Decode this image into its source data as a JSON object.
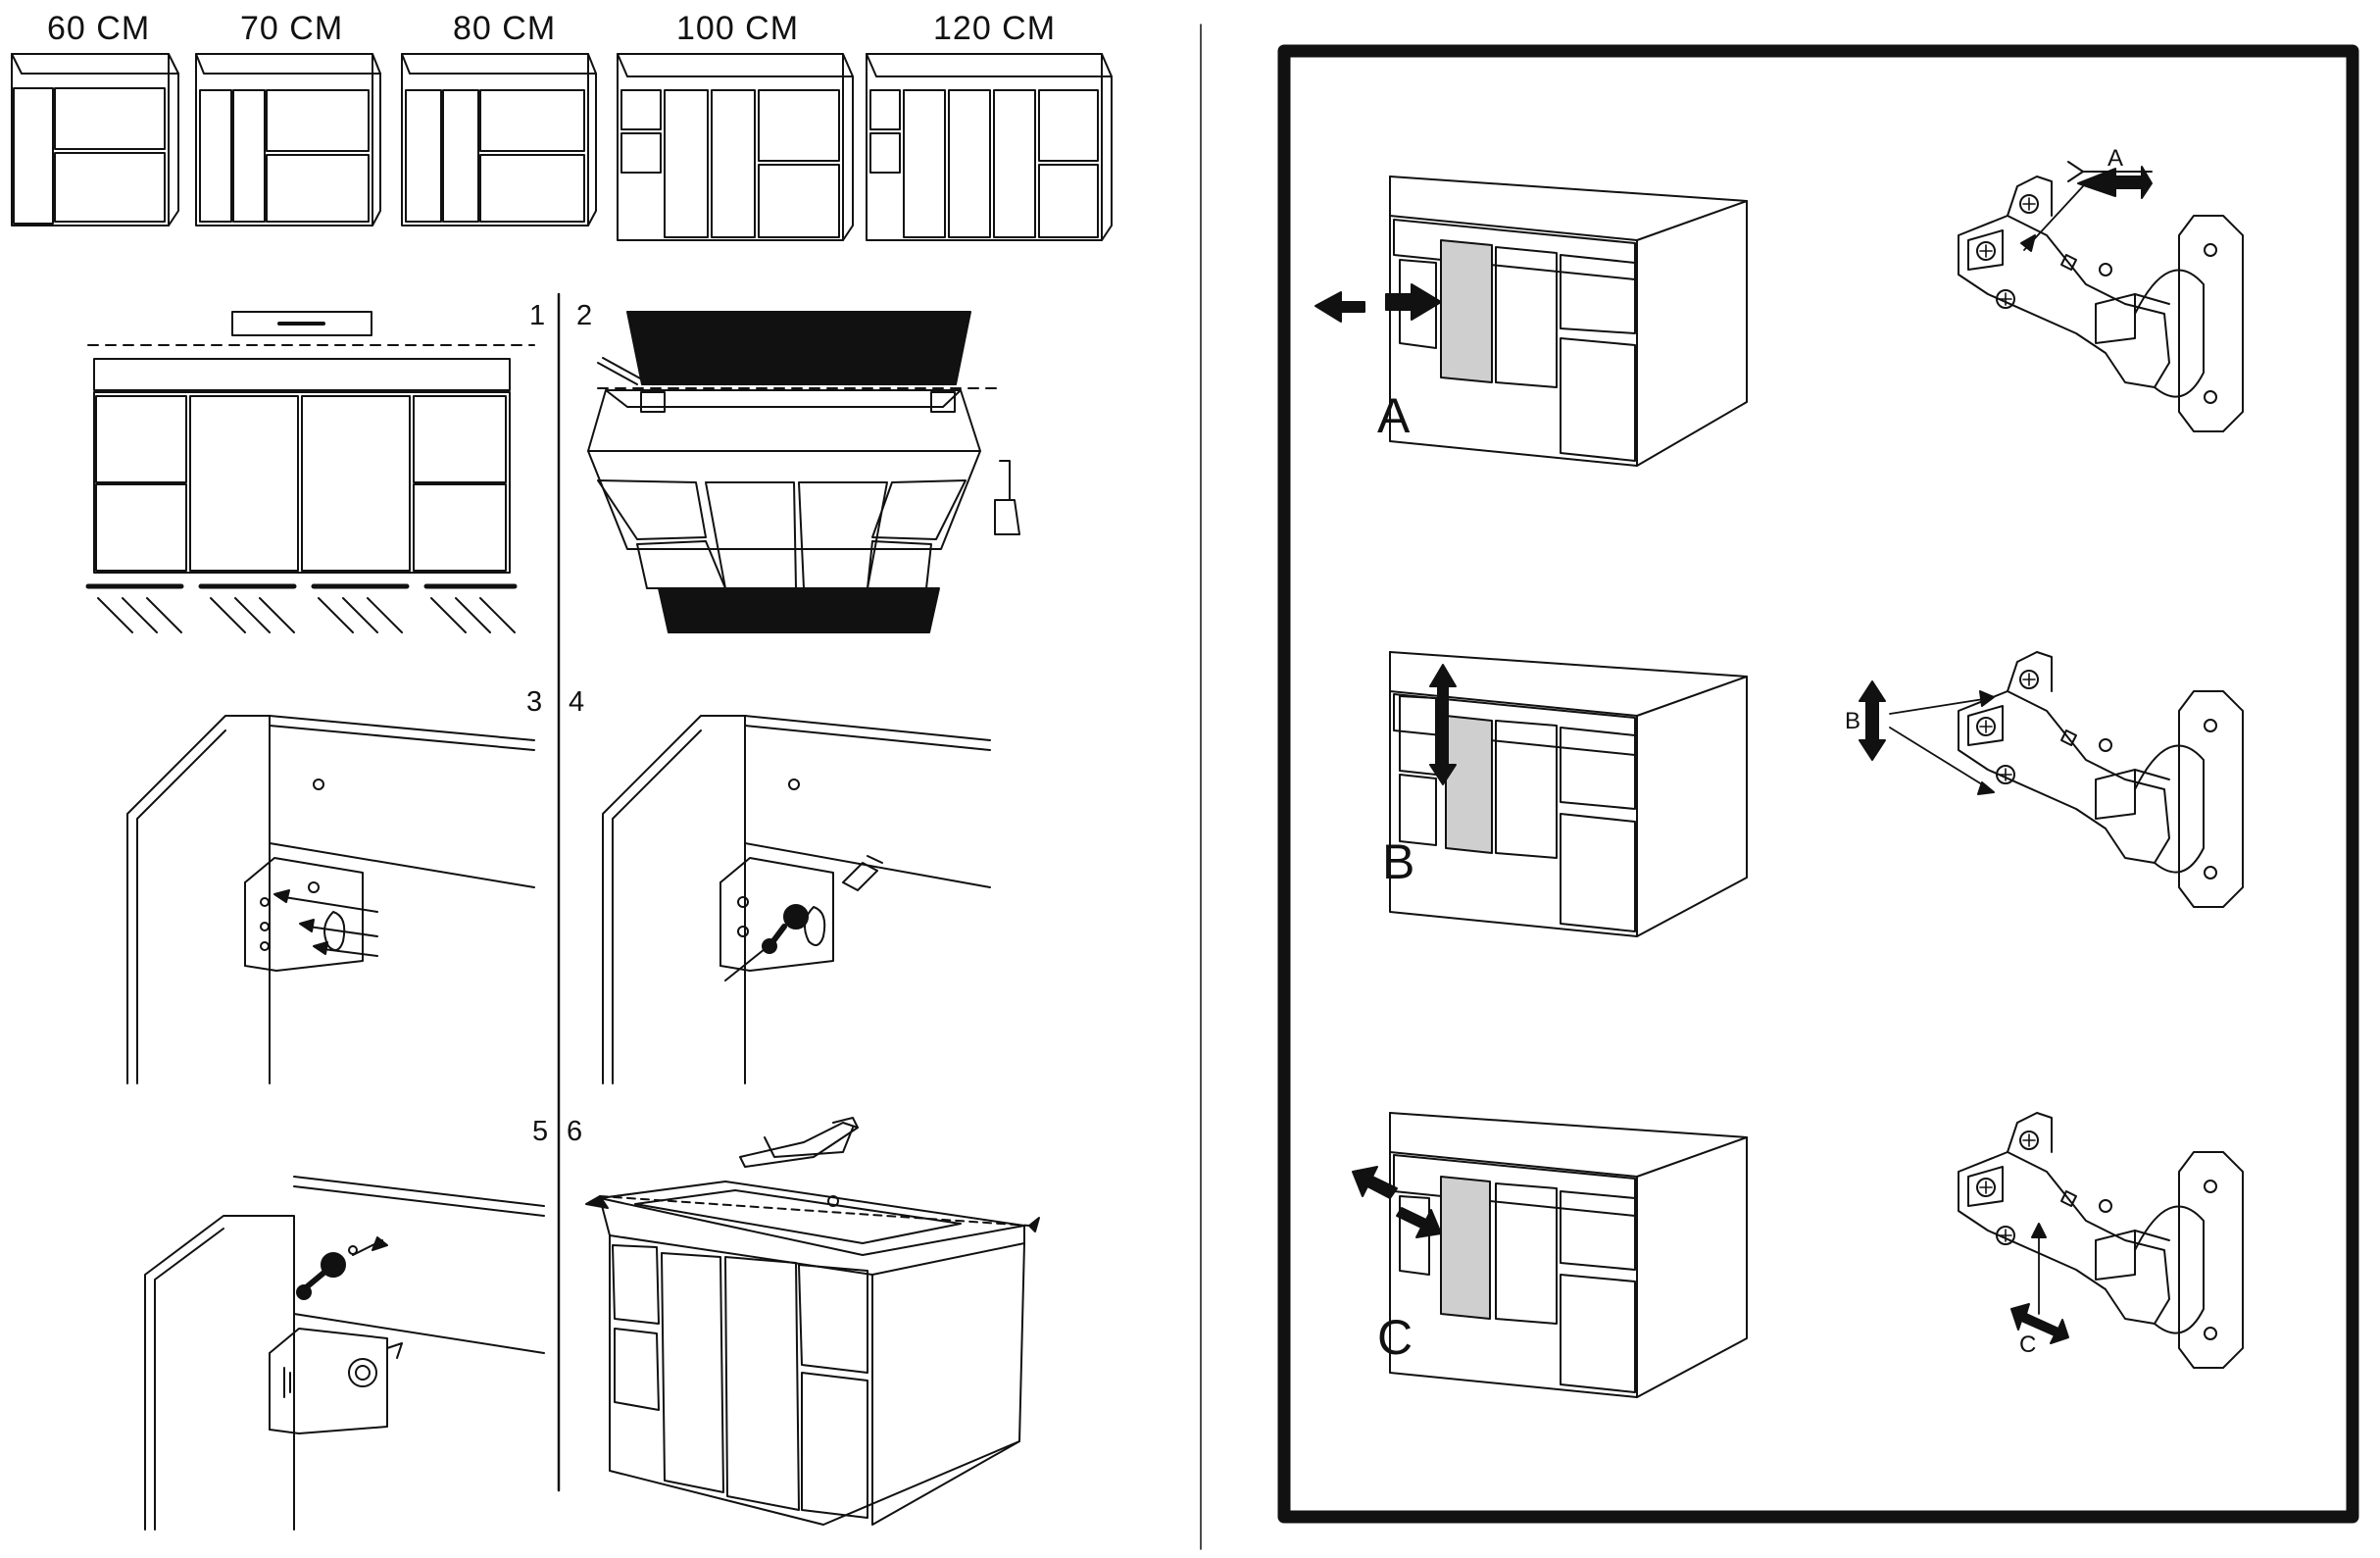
{
  "sizes": [
    "60 CM",
    "70 CM",
    "80 CM",
    "100 CM",
    "120 CM"
  ],
  "steps": {
    "s1": "1",
    "s2": "2",
    "s3": "3",
    "s4": "4",
    "s5": "5",
    "s6": "6"
  },
  "adjust": {
    "a": "A",
    "b": "B",
    "c": "C",
    "hinge_a": "A",
    "hinge_b": "B",
    "hinge_c": "C"
  },
  "colors": {
    "line": "#111111",
    "door_fill": "#cfcfcf",
    "frame": "#111111"
  }
}
